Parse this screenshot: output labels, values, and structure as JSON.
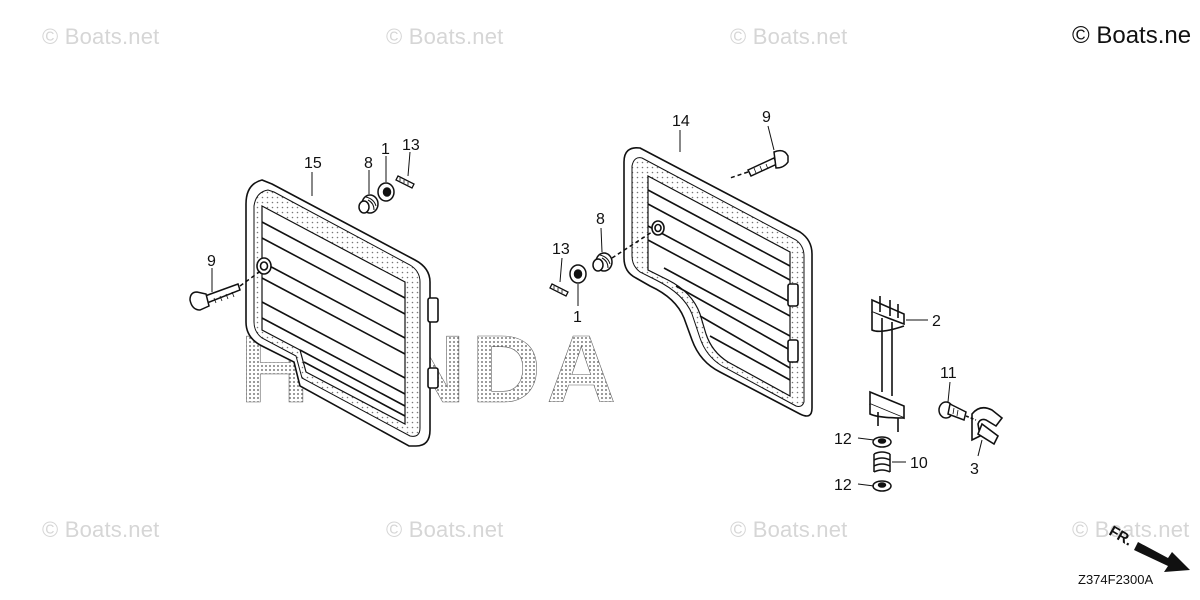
{
  "watermark": {
    "text": "© Boats.net",
    "corner_text": "© Boats.ne"
  },
  "brand_logo": "HONDA",
  "figure_code": "Z374F2300A",
  "front_indicator": "FR.",
  "callouts": {
    "c15": "15",
    "c8a": "8",
    "c1a": "1",
    "c13a": "13",
    "c9a": "9",
    "c14": "14",
    "c9b": "9",
    "c13b": "13",
    "c8b": "8",
    "c1b": "1",
    "c2": "2",
    "c11": "11",
    "c12a": "12",
    "c10": "10",
    "c12b": "12",
    "c3": "3"
  },
  "colors": {
    "line": "#111111",
    "watermark": "#d6d6d6",
    "logo_dots": "#555555"
  }
}
